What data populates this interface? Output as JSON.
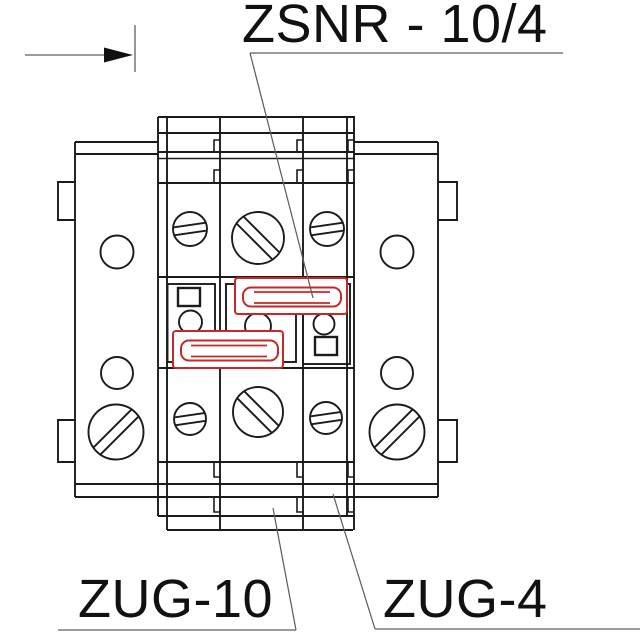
{
  "diagram": {
    "type": "technical-line-drawing",
    "description_visible_text_only": true,
    "labels": {
      "marker_strip": "ZSNR - 10/4",
      "left_terminal": "ZUG-10",
      "right_terminal": "ZUG-4"
    },
    "colors": {
      "line": "#1b1b1b",
      "annotation_line": "#5f5f5f",
      "highlight_red": "#c62828",
      "background": "#ffffff"
    },
    "icons": {
      "direction_arrow": "right-pointing-filled-arrow"
    },
    "highlighted_parts": [
      {
        "name": "marker-tag-upper",
        "outlined_in": "#c62828"
      },
      {
        "name": "marker-tag-lower",
        "outlined_in": "#c62828"
      }
    ]
  }
}
